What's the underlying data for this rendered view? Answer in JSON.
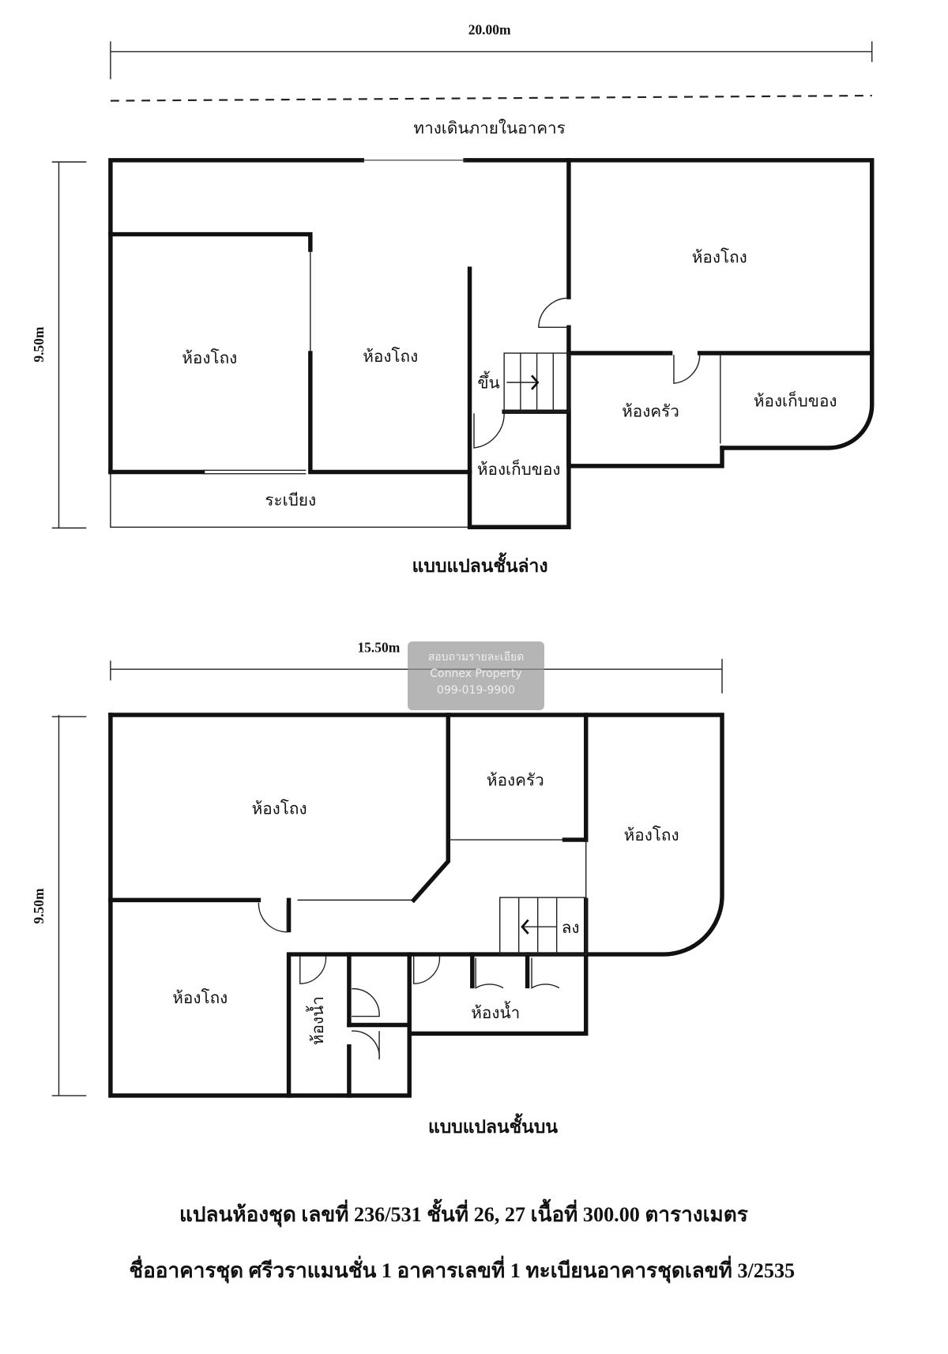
{
  "lower_floor": {
    "width_dim": "20.00m",
    "height_dim": "9.50m",
    "corridor_label": "ทางเดินภายในอาคาร",
    "rooms": {
      "hall_left": "ห้องโถง",
      "hall_center": "ห้องโถง",
      "hall_right": "ห้องโถง",
      "kitchen": "ห้องครัว",
      "storage_right": "ห้องเก็บของ",
      "storage_center": "ห้องเก็บของ",
      "balcony": "ระเบียง",
      "stair_up": "ขึ้น"
    },
    "caption": "แบบแปลนชั้นล่าง"
  },
  "upper_floor": {
    "width_dim": "15.50m",
    "height_dim": "9.50m",
    "rooms": {
      "hall_top_left": "ห้องโถง",
      "hall_bottom_left": "ห้องโถง",
      "hall_right": "ห้องโถง",
      "kitchen": "ห้องครัว",
      "bath_center": "ห้องน้ำ",
      "bath_left": "ห้องน้ำ",
      "stair_down": "ลง"
    },
    "caption": "แบบแปลนชั้นบน"
  },
  "footer": {
    "line1": "แปลนห้องชุด เลขที่ 236/531 ชั้นที่ 26, 27 เนื้อที่ 300.00 ตารางเมตร",
    "line2": "ชื่ออาคารชุด ศรีวราแมนชั่น 1 อาคารเลขที่ 1 ทะเบียนอาคารชุดเลขที่ 3/2535"
  },
  "watermark": {
    "line1": "สอบถามรายละเอียด",
    "line2": "Connex Property",
    "line3": "099-019-9900"
  }
}
